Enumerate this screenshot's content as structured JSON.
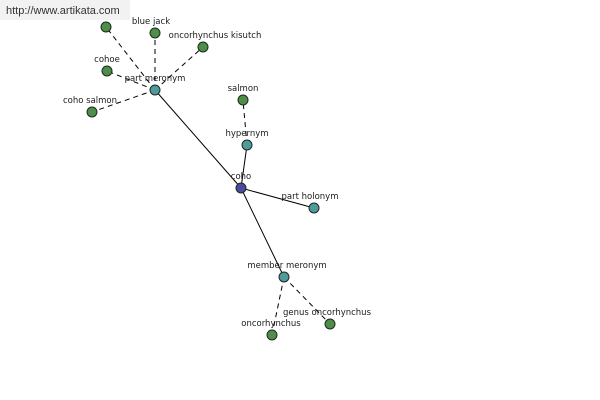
{
  "site": {
    "url": "http://www.artikata.com"
  },
  "colors": {
    "center": "#4a4aa0",
    "relation": "#4f9a9a",
    "word": "#4f8e48"
  },
  "nodes": [
    {
      "id": "coho",
      "label": "coho",
      "kind": "center"
    },
    {
      "id": "part-meronym",
      "label": "part meronym",
      "kind": "relation"
    },
    {
      "id": "hypernym",
      "label": "hypernym",
      "kind": "relation"
    },
    {
      "id": "part-holonym",
      "label": "part holonym",
      "kind": "relation"
    },
    {
      "id": "member-meronym",
      "label": "member meronym",
      "kind": "relation"
    },
    {
      "id": "blue-jack",
      "label": "blue jack",
      "kind": "word"
    },
    {
      "id": "oncorhynchus-kisutch",
      "label": "oncorhynchus kisutch",
      "kind": "word"
    },
    {
      "id": "cohoe",
      "label": "cohoe",
      "kind": "word"
    },
    {
      "id": "coho-salmon",
      "label": "coho salmon",
      "kind": "word"
    },
    {
      "id": "unlabeled-top",
      "label": "",
      "kind": "word"
    },
    {
      "id": "salmon",
      "label": "salmon",
      "kind": "word"
    },
    {
      "id": "genus-oncorhynchus",
      "label": "genus oncorhynchus",
      "kind": "word"
    },
    {
      "id": "oncorhynchus",
      "label": "oncorhynchus",
      "kind": "word"
    }
  ],
  "edges": [
    {
      "from": "coho",
      "to": "part-meronym",
      "style": "solid"
    },
    {
      "from": "coho",
      "to": "hypernym",
      "style": "solid"
    },
    {
      "from": "coho",
      "to": "part-holonym",
      "style": "solid"
    },
    {
      "from": "coho",
      "to": "member-meronym",
      "style": "solid"
    },
    {
      "from": "part-meronym",
      "to": "unlabeled-top",
      "style": "dashed"
    },
    {
      "from": "part-meronym",
      "to": "blue-jack",
      "style": "dashed"
    },
    {
      "from": "part-meronym",
      "to": "oncorhynchus-kisutch",
      "style": "dashed"
    },
    {
      "from": "part-meronym",
      "to": "cohoe",
      "style": "dashed"
    },
    {
      "from": "part-meronym",
      "to": "coho-salmon",
      "style": "dashed"
    },
    {
      "from": "hypernym",
      "to": "salmon",
      "style": "dashed"
    },
    {
      "from": "member-meronym",
      "to": "genus-oncorhynchus",
      "style": "dashed"
    },
    {
      "from": "member-meronym",
      "to": "oncorhynchus",
      "style": "dashed"
    }
  ]
}
